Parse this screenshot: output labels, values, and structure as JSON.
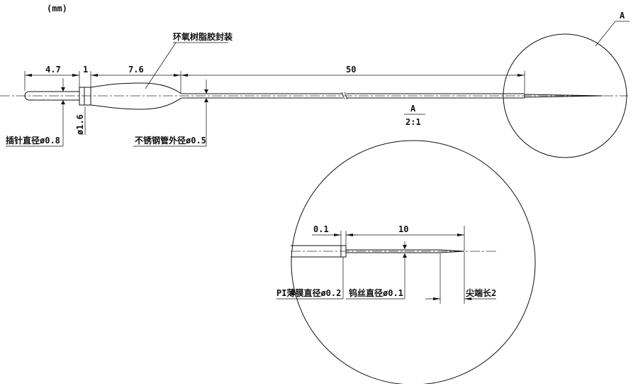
{
  "units": "(mm)",
  "labels": {
    "epoxy": "环氧树脂胶封装",
    "pin_diameter": "插针直径ø0.8",
    "collar_diameter": "ø1.6",
    "tube_diameter": "不锈钢管外径ø0.5",
    "detail_mark": "A",
    "detail_ref": "A",
    "detail_scale": "2:1",
    "film_diameter": "PI薄膜直径ø0.2",
    "wire_diameter": "钨丝直径ø0.1",
    "tip_length": "尖端长2"
  },
  "dimensions": {
    "pin_length": "4.7",
    "collar_length": "1",
    "epoxy_length": "7.6",
    "tube_length": "50",
    "film_length": "0.1",
    "wire_length": "10"
  }
}
